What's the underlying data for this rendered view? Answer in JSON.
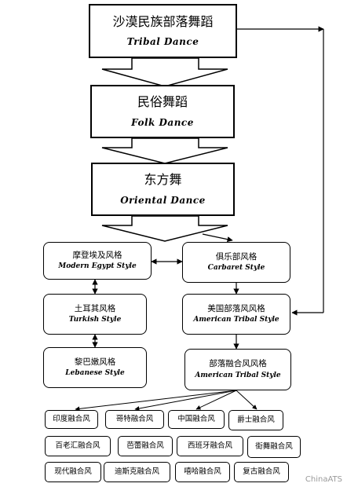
{
  "main_boxes": [
    {
      "zh": "沙漠民族部落舞蹈",
      "en": "Tribal Dance"
    },
    {
      "zh": "民俗舞蹈",
      "en": "Folk Dance"
    },
    {
      "zh": "东方舞",
      "en": "Oriental Dance"
    }
  ],
  "mid_boxes": {
    "modern_egypt": {
      "zh": "摩登埃及风格",
      "en": "Modern Egypt Style"
    },
    "cabaret": {
      "zh": "俱乐部风格",
      "en": "Carbaret Style"
    },
    "turkish": {
      "zh": "土耳其风格",
      "en": "Turkish Style"
    },
    "american_tribal": {
      "zh": "美国部落风风格",
      "en": "American Tribal Style"
    },
    "lebanese": {
      "zh": "黎巴嫩风格",
      "en": "Lebanese Style"
    },
    "tribal_fusion": {
      "zh": "部落融合风风格",
      "en": "American Tribal Style"
    }
  },
  "fusion_styles": [
    [
      "印度融合风",
      "哥特融合风",
      "中国融合风",
      "爵士融合风"
    ],
    [
      "百老汇融合风",
      "芭蕾融合风",
      "西班牙融合风",
      "街舞融合风"
    ],
    [
      "现代融合风",
      "迪斯克融合风",
      "嘻哈融合风",
      "复古融合风"
    ]
  ],
  "watermark": "ChinaATS"
}
